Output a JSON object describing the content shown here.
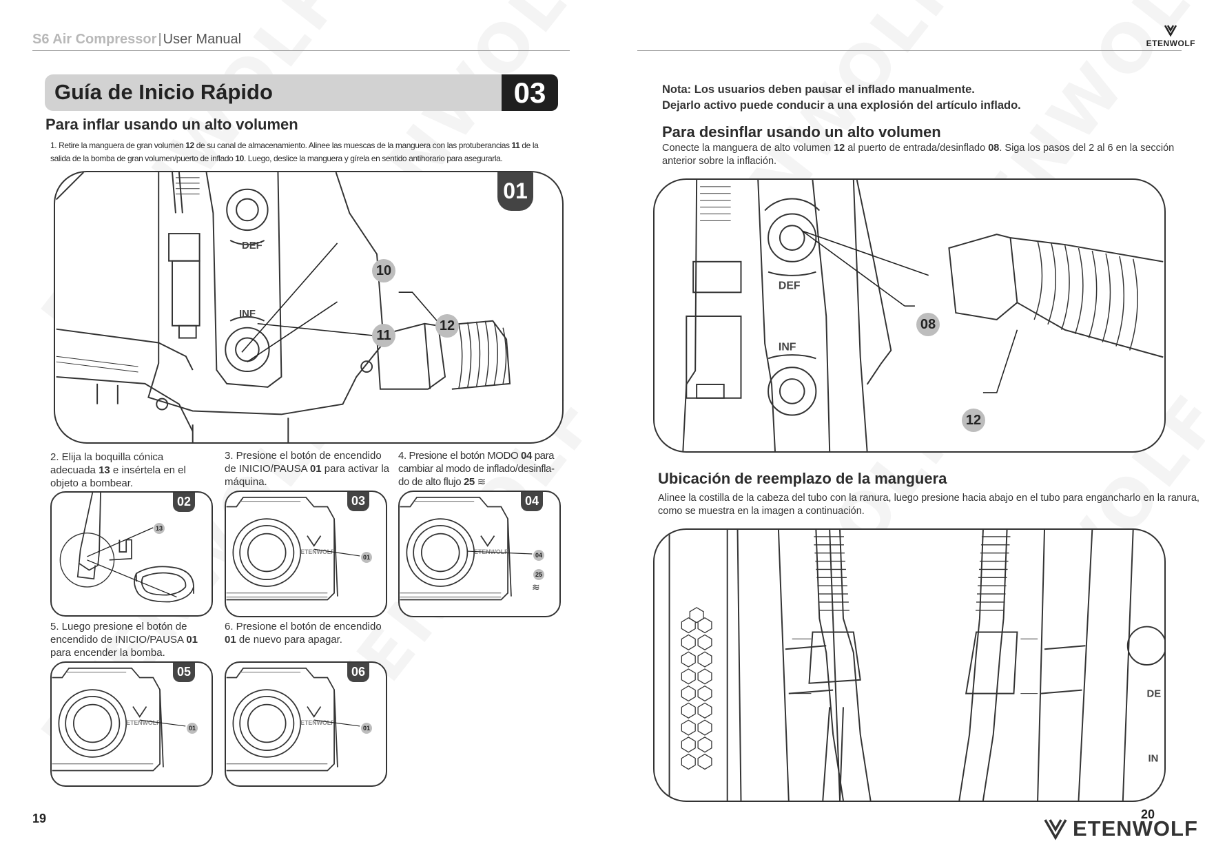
{
  "header": {
    "product": "S6 Air Compressor",
    "separator": "|",
    "doc_type": "User Manual",
    "brand_small": "ETENWOLF"
  },
  "watermark": "ETENWOLF",
  "left_page": {
    "section_title": "Guía de Inicio Rápido",
    "section_number": "03",
    "subtitle": "Para inflar usando un alto volumen",
    "step1": {
      "t1": "1. Retire la manguera de gran volumen ",
      "b1": "12",
      "t2": " de su canal de almacenamiento. Alinee las muescas de la manguera con las protuberancias ",
      "b2": "11",
      "t3": " de la salida de la bomba de gran volumen/puerto de inflado ",
      "b3": "10",
      "t4": ". Luego, deslice la manguera y gírela en sentido antihorario para asegurarla."
    },
    "main_badge": "01",
    "main_callouts": {
      "c10": "10",
      "c11": "11",
      "c12": "12"
    },
    "main_labels": {
      "def": "DEF",
      "inf": "INF"
    },
    "step2": {
      "t1": "2. Elija la boquilla cónica adecuada ",
      "b1": "13",
      "t2": " e insértela en el objeto a bombear."
    },
    "step3": {
      "t1": "3. Presione el botón de encendido de INICIO/PAUSA ",
      "b1": "01",
      "t2": " para activar la máquina."
    },
    "step4": {
      "t1": "4. Presione el botón MODO ",
      "b1": "04",
      "t2": " para cambiar al modo de inflado/desinfla-do de alto flujo ",
      "b2": "25"
    },
    "step5": {
      "t1": "5. Luego presione el botón de encendido de INICIO/PAUSA ",
      "b1": "01",
      "t2": " para encender la bomba."
    },
    "step6": {
      "t1": "6. Presione el botón de encendido ",
      "b1": "01",
      "t2": " de nuevo para apagar."
    },
    "badges": {
      "b02": "02",
      "b03": "03",
      "b04": "04",
      "b05": "05",
      "b06": "06"
    },
    "small_callouts": {
      "c13": "13",
      "c01": "01",
      "c04": "04",
      "c25": "25"
    },
    "device_label": "ETENWOLF",
    "page_number": "19"
  },
  "right_page": {
    "note_line1": "Nota: Los usuarios deben pausar el inflado manualmente.",
    "note_line2": "Dejarlo activo puede conducir a una explosión del artículo inflado.",
    "deflate_title": "Para desinflar usando un alto volumen",
    "deflate_body": {
      "t1": "Conecte la manguera de alto volumen ",
      "b1": "12",
      "t2": " al puerto de entrada/desinflado ",
      "b2": "08",
      "t3": ". Siga los pasos del 2 al 6 en la sección anterior sobre la inflación."
    },
    "deflate_callouts": {
      "c08": "08",
      "c12": "12"
    },
    "deflate_labels": {
      "def": "DEF",
      "inf": "INF"
    },
    "hose_title": "Ubicación de reemplazo de la manguera",
    "hose_body": "Alinee la costilla de la cabeza del tubo con la ranura, luego presione hacia abajo en el tubo para engancharlo en la ranura, como se muestra en la imagen a continuación.",
    "hose_labels": {
      "def": "DE",
      "inf": "IN"
    },
    "page_number": "20",
    "brand": "ETENWOLF"
  }
}
